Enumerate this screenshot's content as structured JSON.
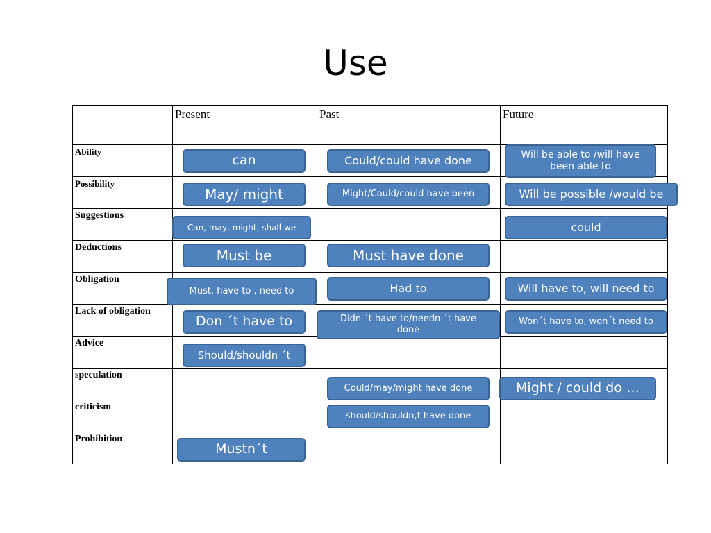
{
  "title": "Use",
  "headers": {
    "blank": "",
    "present": "Present",
    "past": "Past",
    "future": "Future"
  },
  "rows": [
    {
      "label": "Ability",
      "present": "can",
      "past": "Could/could have done",
      "future": "Will be able to /will have been able to"
    },
    {
      "label": "Possibility",
      "present": "May/ might",
      "past": "Might/Could/could have been",
      "future": "Will be possible /would be"
    },
    {
      "label": "Suggestions",
      "present": "Can, may, might, shall we",
      "past": "",
      "future": "could"
    },
    {
      "label": "Deductions",
      "present": "Must be",
      "past": "Must have done",
      "future": ""
    },
    {
      "label": "Obligation",
      "present": "Must, have to , need to",
      "past": "Had to",
      "future": "Will have to, will need to"
    },
    {
      "label": "Lack of obligation",
      "present": "Don ´t have to",
      "past": "Didn ´t have to/needn ´t have done",
      "future": "Won´t have to, won´t need to"
    },
    {
      "label": "Advice",
      "present": "Should/shouldn ´t",
      "past": "",
      "future": ""
    },
    {
      "label": "speculation",
      "present": "",
      "past": "Could/may/might have done",
      "future": "Might / could do …"
    },
    {
      "label": "criticism",
      "present": "",
      "past": "should/shouldn,t have done",
      "future": ""
    },
    {
      "label": "Prohibition",
      "present": "Mustn´t",
      "past": "",
      "future": ""
    }
  ],
  "colors": {
    "pill_fill": "#4f81bd",
    "pill_border": "#3a6494",
    "pill_text": "#ffffff"
  }
}
